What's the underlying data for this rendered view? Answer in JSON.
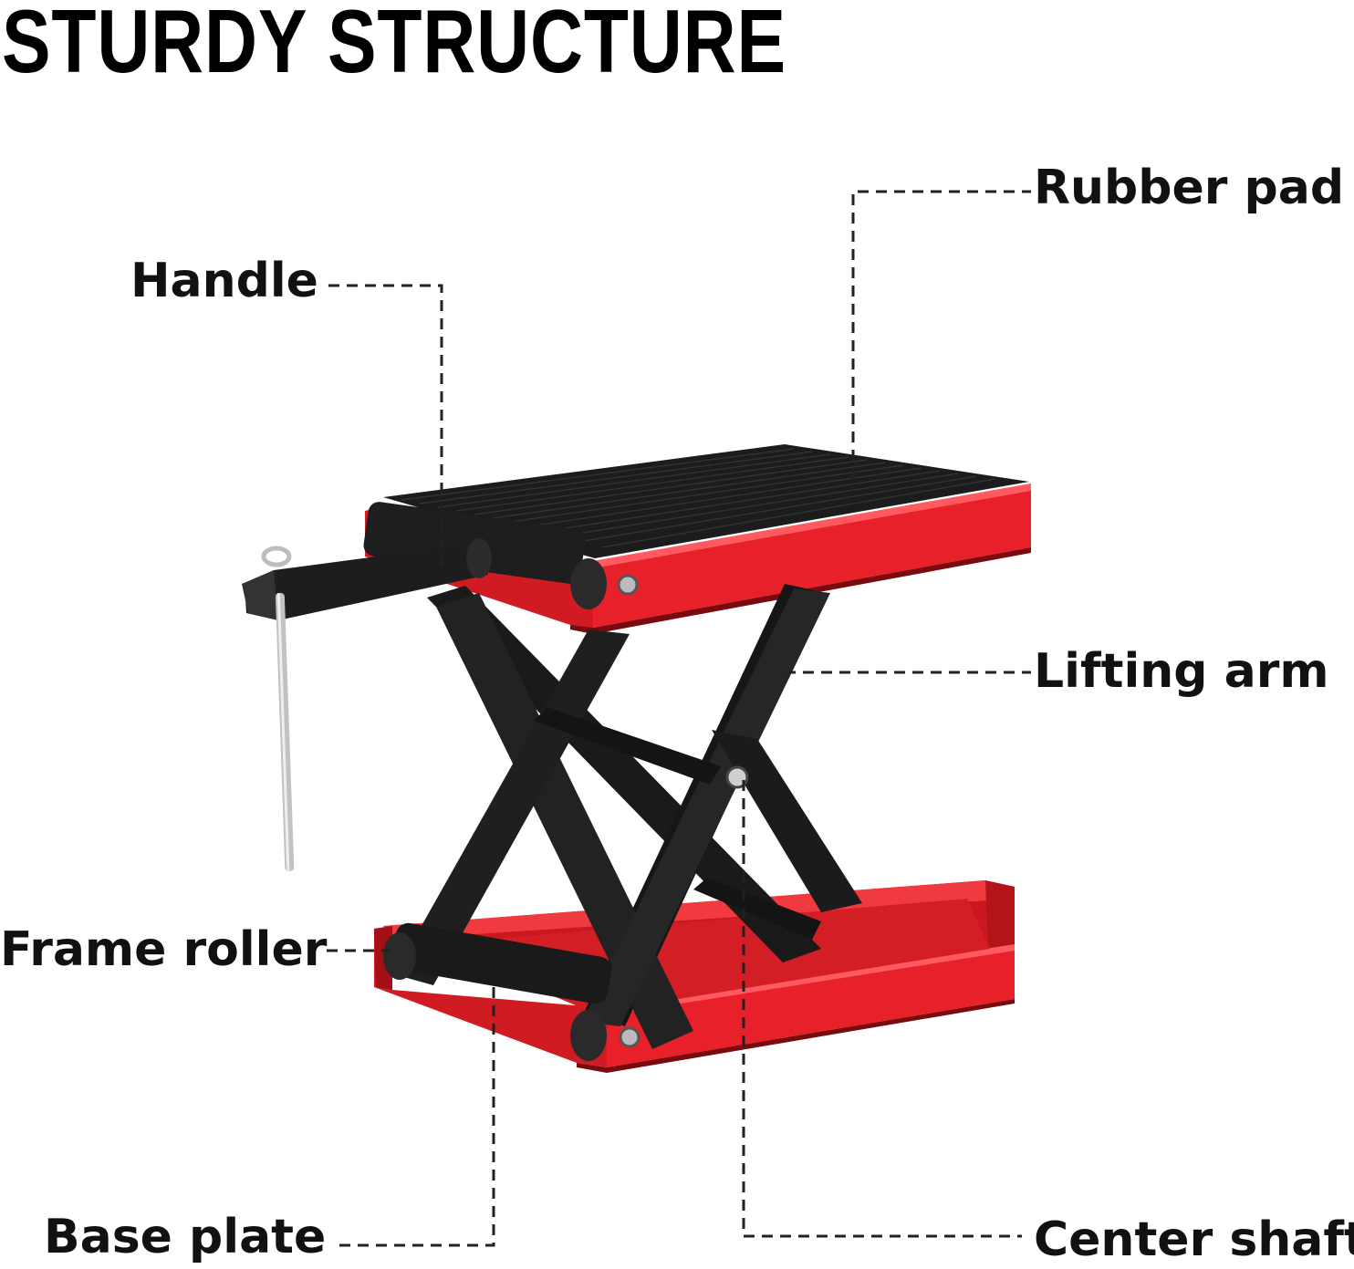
{
  "title": "STURDY STRUCTURE",
  "labels": {
    "rubber_pad": "Rubber pad",
    "handle": "Handle",
    "lifting_arm": "Lifting arm",
    "frame_roller": "Frame roller",
    "base_plate": "Base plate",
    "center_shaft": "Center shaft"
  },
  "colors": {
    "frame_red": "#e8202a",
    "rubber_black": "#1c1c1c",
    "steel": "#b8b8b8",
    "leader_line": "#222222"
  }
}
